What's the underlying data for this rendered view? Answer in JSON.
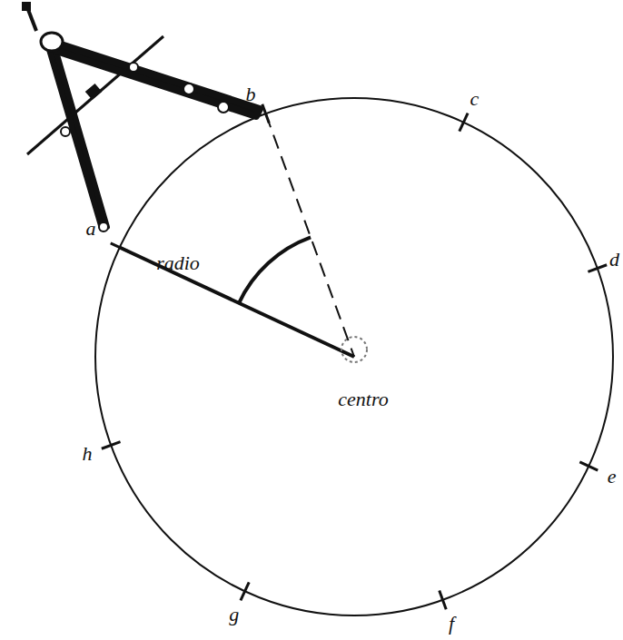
{
  "diagram": {
    "labels": [
      "a",
      "b",
      "c",
      "d",
      "e",
      "f",
      "g",
      "h",
      "radio",
      "centro"
    ]
  }
}
